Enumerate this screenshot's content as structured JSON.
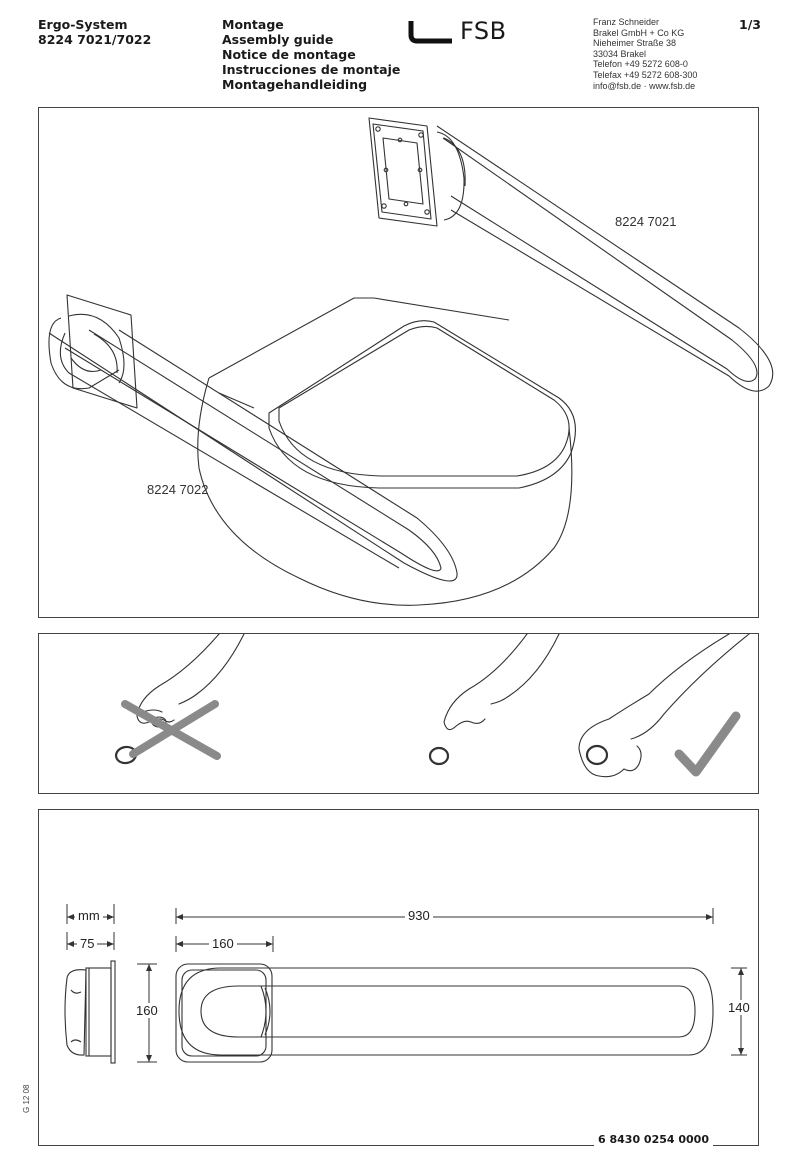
{
  "header": {
    "product_line1": "Ergo-System",
    "product_line2": "8224 7021/7022",
    "guide_lines": [
      "Montage",
      "Assembly guide",
      "Notice de montage",
      "Instrucciones de montaje",
      "Montagehandleiding"
    ],
    "brand": "FSB",
    "address_lines": [
      "Franz Schneider",
      "Brakel GmbH + Co KG",
      "Nieheimer Straße 38",
      "33034 Brakel",
      "Telefon +49 5272 608-0",
      "Telefax +49 5272 608-300",
      "info@fsb.de · www.fsb.de"
    ],
    "page": "1/3"
  },
  "panel1": {
    "label_7021": "8224 7021",
    "label_7022": "8224 7022"
  },
  "panel3": {
    "unit": "mm",
    "dim_depth": "75",
    "dim_length": "930",
    "dim_plate_width": "160",
    "dim_plate_height": "160",
    "dim_bar_height": "140"
  },
  "footer": {
    "side_code": "G 12 08",
    "doc_number": "6 8430 0254 0000"
  },
  "colors": {
    "line": "#333333",
    "grey_mark": "#8a8a8a"
  }
}
